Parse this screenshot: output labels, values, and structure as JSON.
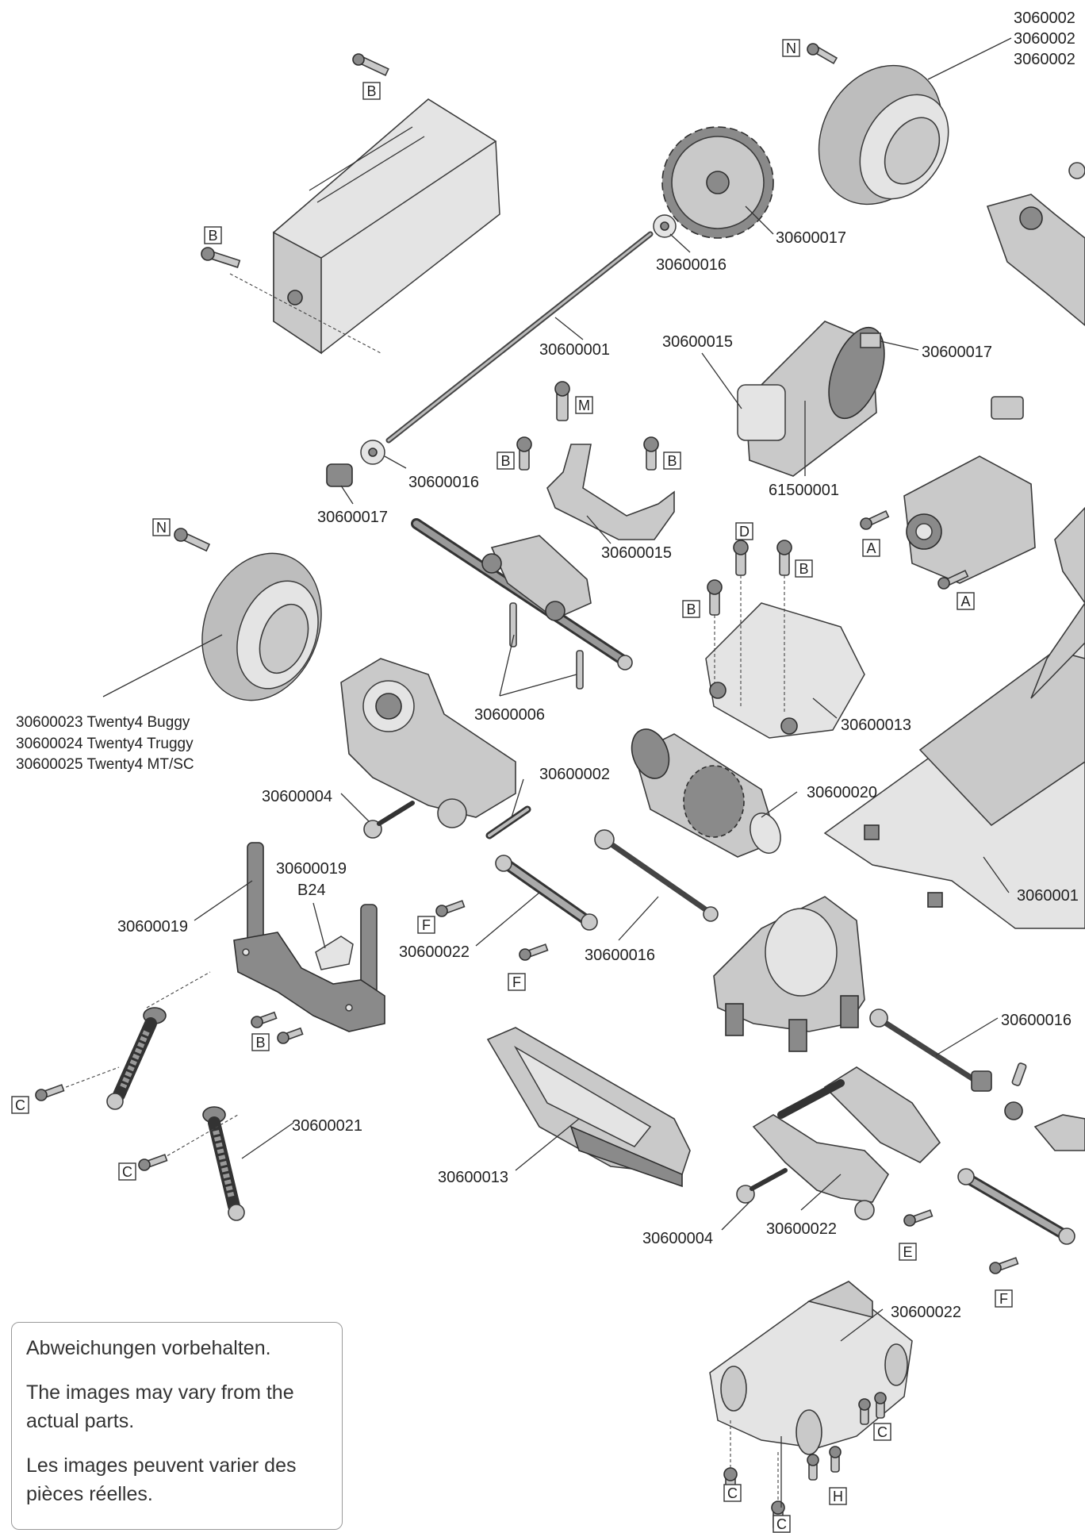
{
  "labels": {
    "tire_top": [
      "3060002",
      "3060002",
      "3060002"
    ],
    "spur_gear": "30600017",
    "spacer_top": "30600016",
    "axle_shaft": "30600001",
    "motor_mount": "30600015",
    "motor_pinion": "30600017",
    "motor": "61500001",
    "spacer_left": "30600016",
    "pinion_left": "30600017",
    "motor_bracket": "30600015",
    "tie_rods": "30600006",
    "gearbox_cover": "30600013",
    "tire_left": [
      "30600023 Twenty4 Buggy",
      "30600024 Twenty4 Truggy",
      "30600025 Twenty4 MT/SC"
    ],
    "hinge_pin": "30600002",
    "differential": "30600020",
    "ball_stud": "30600004",
    "shock_tower_a": "30600019",
    "shock_tower_b": "30600019",
    "b24": "B24",
    "chassis": "3060001",
    "link_a": "30600022",
    "dogbone": "30600016",
    "dogbone_right": "30600016",
    "shock": "30600021",
    "skid_plate": "30600013",
    "ball_stud_b": "30600004",
    "arm_b": "30600022",
    "plate_bottom": "30600022"
  },
  "screw_codes": {
    "n_top": "N",
    "b_top": "B",
    "b_left": "B",
    "m": "M",
    "b_bracket_left": "B",
    "b_bracket_right": "B",
    "n_left": "N",
    "a_servo_1": "A",
    "a_servo_2": "A",
    "d": "D",
    "b_gear_1": "B",
    "b_gear_2": "B",
    "f_1": "F",
    "f_2": "F",
    "b_tower": "B",
    "c_1": "C",
    "c_2": "C",
    "e": "E",
    "f_3": "F",
    "c_plate_1": "C",
    "c_plate_2": "C",
    "h": "H",
    "c_plate_3": "C"
  },
  "disclaimer": {
    "de": "Abweichungen vorbehalten.",
    "en": "The images may vary from the actual parts.",
    "fr": "Les images peuvent varier des pièces réelles."
  }
}
